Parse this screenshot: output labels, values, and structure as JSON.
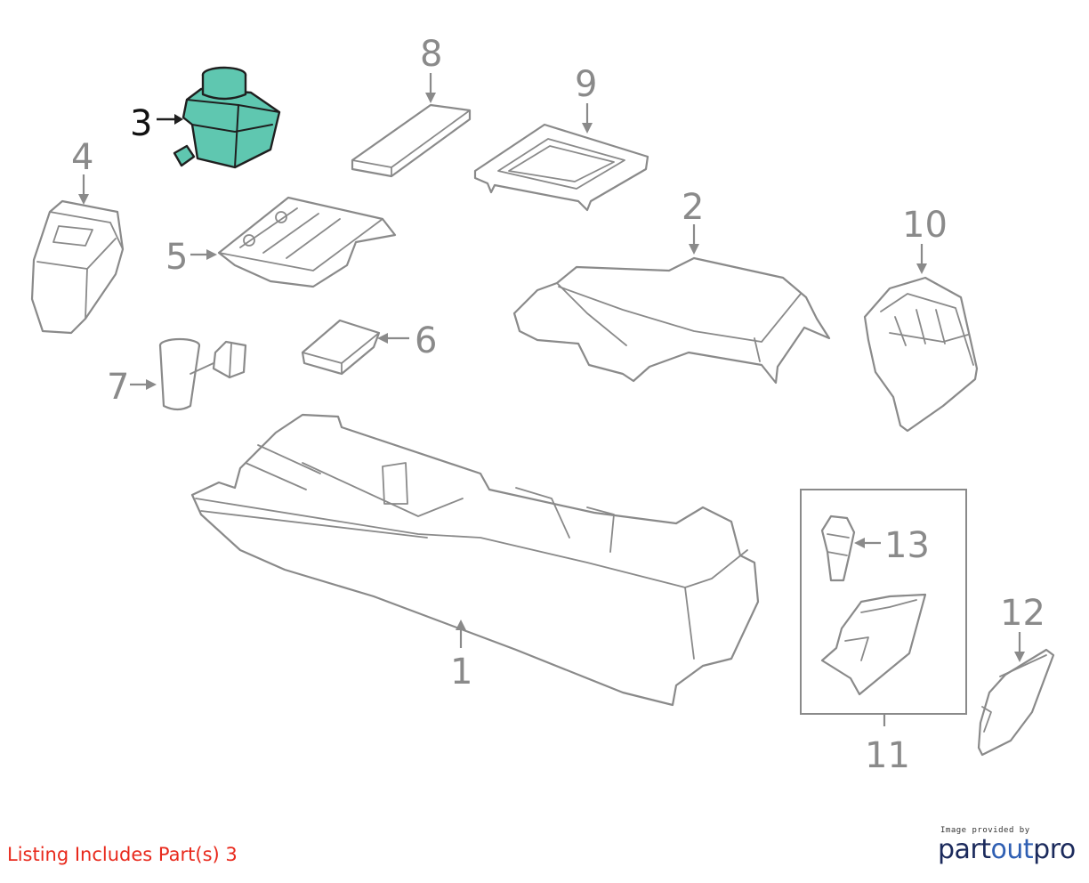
{
  "diagram": {
    "part_numbers": [
      "1",
      "2",
      "3",
      "4",
      "5",
      "6",
      "7",
      "8",
      "9",
      "10",
      "11",
      "12",
      "13"
    ],
    "highlighted_part": "3",
    "highlight_color": "#5fc7b0",
    "line_color": "#8a8a8a"
  },
  "footer": {
    "listing_note": "Listing Includes Part(s) 3",
    "listing_note_color": "#e8291c",
    "credit_small": "Image provided by",
    "credit_brand_prefix": "part",
    "credit_brand_accent": "out",
    "credit_brand_suffix": "pro"
  }
}
